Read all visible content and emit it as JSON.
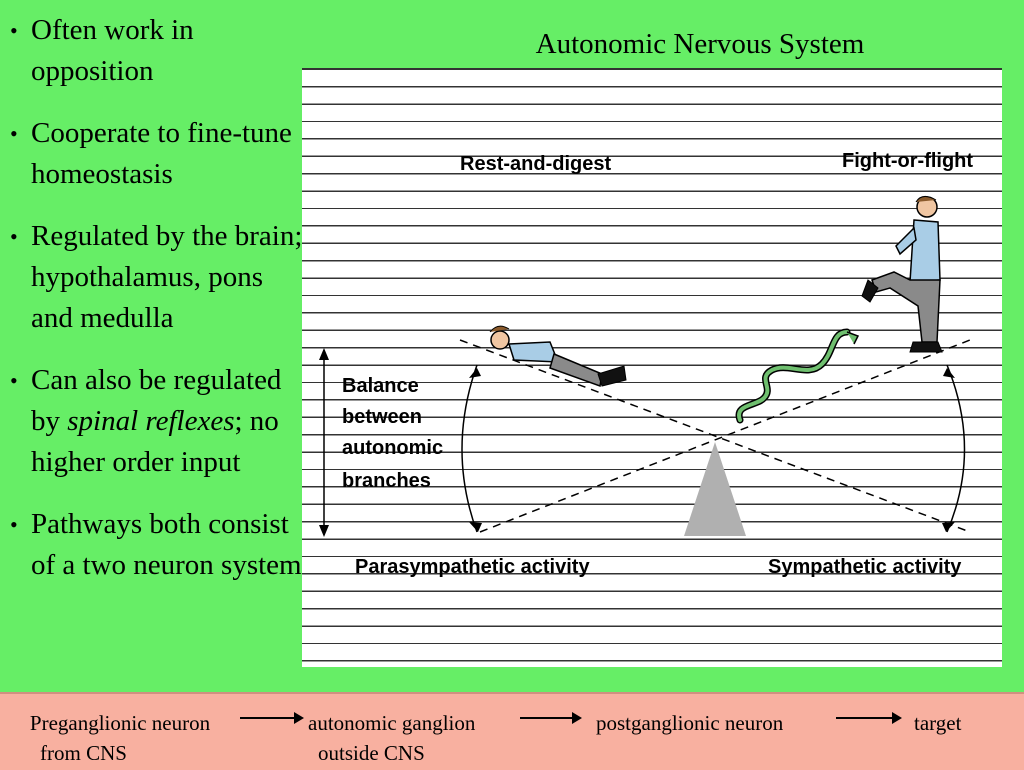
{
  "slide_title": "Autonomic Nervous System",
  "bullets": [
    {
      "parts": [
        {
          "text": "Often work in opposition",
          "italic": false
        }
      ]
    },
    {
      "parts": [
        {
          "text": "Cooperate to fine-tune homeostasis",
          "italic": false
        }
      ]
    },
    {
      "parts": [
        {
          "text": "Regulated by the brain; hypothalamus, pons and medulla",
          "italic": false
        }
      ]
    },
    {
      "parts": [
        {
          "text": "Can also be regulated by ",
          "italic": false
        },
        {
          "text": "spinal reflexes",
          "italic": true
        },
        {
          "text": "; no higher order input",
          "italic": false
        }
      ]
    },
    {
      "parts": [
        {
          "text": "Pathways both consist of a two neuron system",
          "italic": false
        }
      ]
    }
  ],
  "figure": {
    "rest_label": "Rest-and-digest",
    "fight_label": "Fight-or-flight",
    "balance_label": [
      "Balance",
      "between",
      "autonomic",
      "branches"
    ],
    "para_label": "Parasympathetic activity",
    "symp_label": "Sympathetic activity"
  },
  "pathway": {
    "steps": [
      {
        "line1": "Preganglionic neuron",
        "line2": "from CNS"
      },
      {
        "line1": "autonomic ganglion",
        "line2": "outside CNS"
      },
      {
        "line1": "postganglionic neuron",
        "line2": ""
      },
      {
        "line1": "target",
        "line2": ""
      }
    ]
  },
  "colors": {
    "slide_background": "#66ee66",
    "pathway_background": "#f8b0a0",
    "snake": "#6fbf6f",
    "shirt": "#a9cde6",
    "fulcrum": "#b0b0b0"
  }
}
